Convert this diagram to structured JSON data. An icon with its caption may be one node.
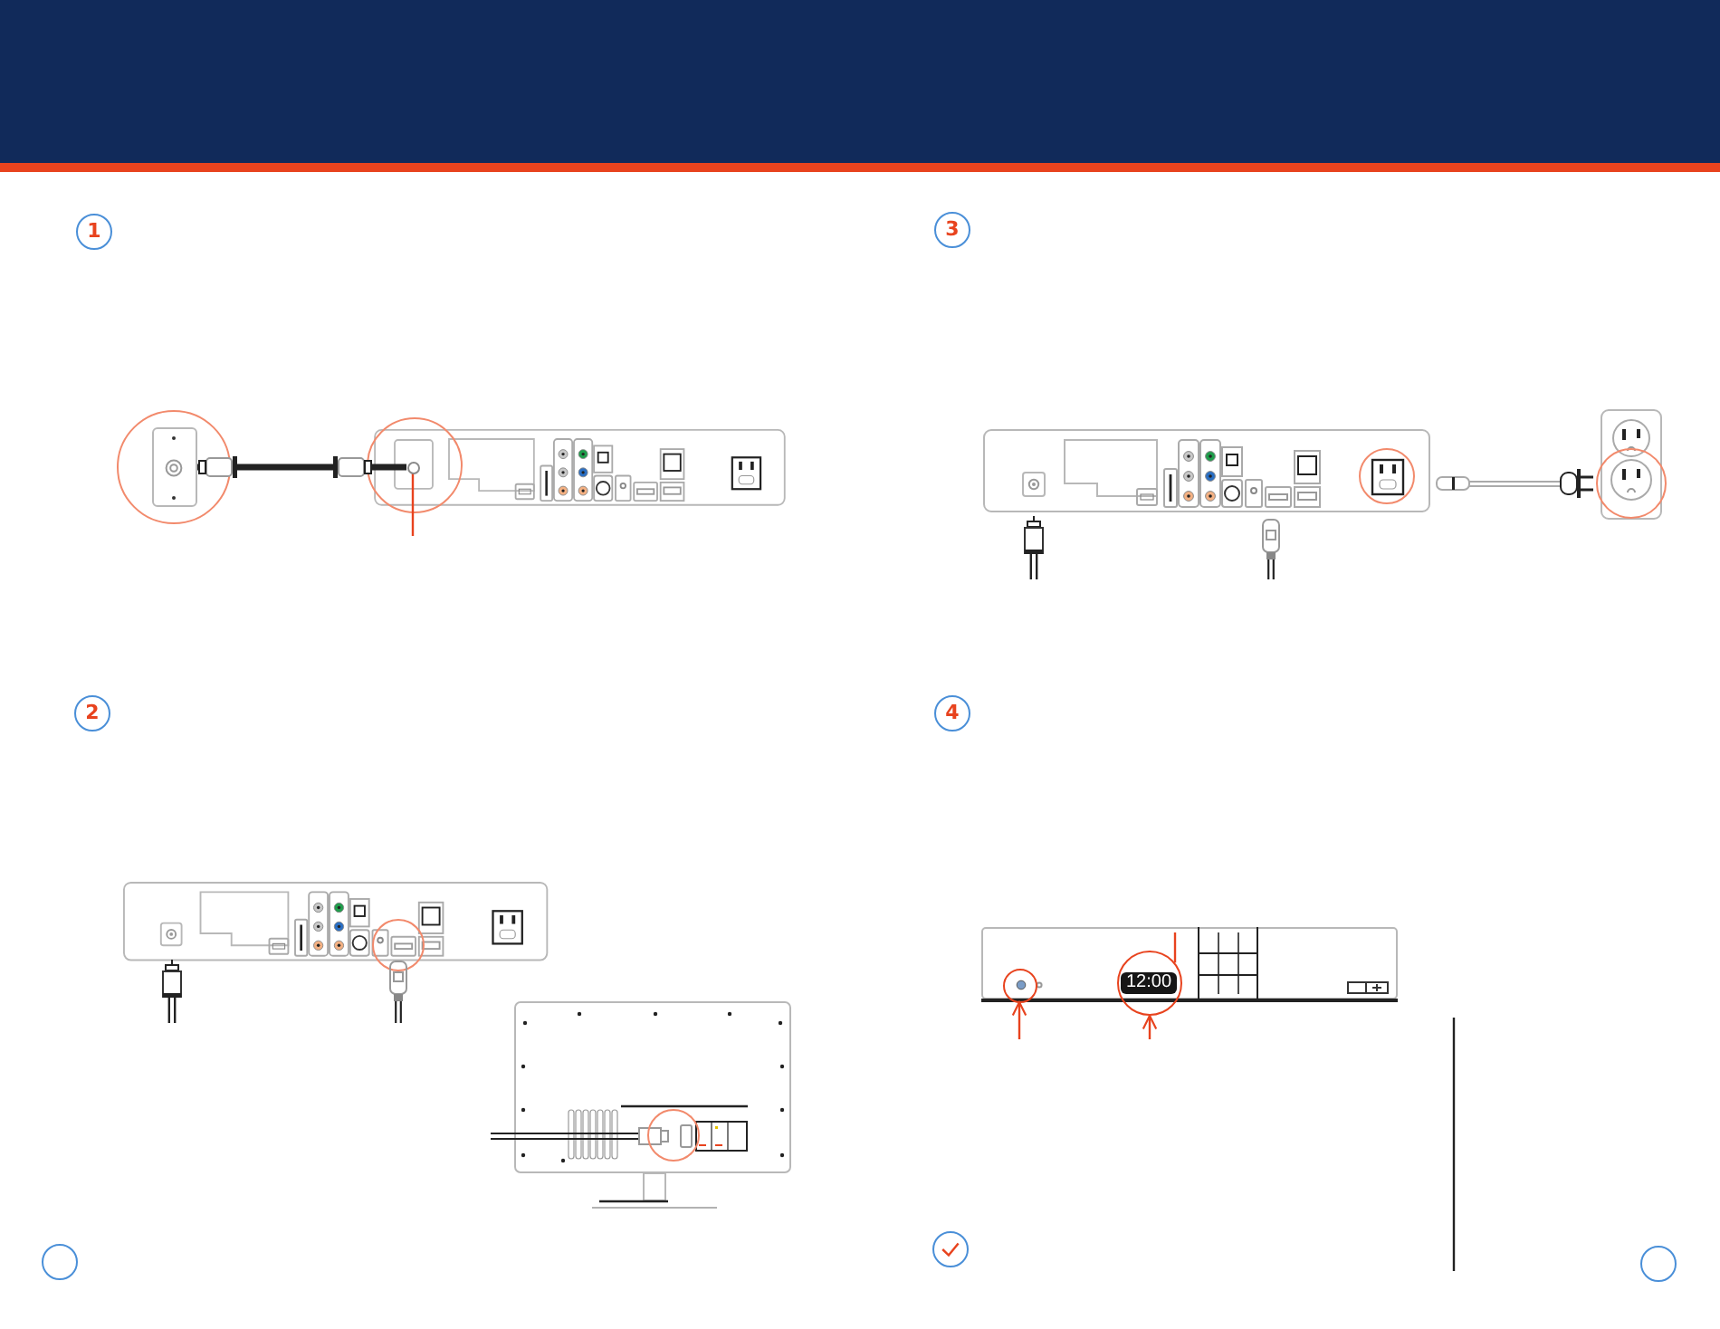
{
  "diagram": {
    "nodes": [
      {
        "text": [
          "1"
        ]
      },
      {
        "text": [],
        "shape": "box"
      },
      {
        "text": [],
        "shape": "circle"
      },
      {
        "text": [
          "2"
        ]
      },
      {
        "text": [],
        "shape": "circle"
      },
      {
        "text": [
          "3"
        ]
      },
      {
        "text": [
          "4"
        ]
      },
      {
        "text": [],
        "shape": "circle"
      },
      {
        "text": [],
        "shape": "circle"
      },
      {
        "text": [
          "12:00"
        ],
        "in": 8
      },
      {
        "text": [],
        "shape": "circle"
      },
      {
        "text": [],
        "shape": "circle"
      }
    ],
    "edges": [
      {
        "from": 1,
        "to": 2,
        "arrow": "other",
        "style": "thick",
        "color": "#222222"
      },
      {
        "from": null,
        "to": 2,
        "arrow": "none"
      },
      {
        "from": null,
        "to": 7,
        "arrow": "to"
      },
      {
        "from": null,
        "to": 8,
        "arrow": "to"
      },
      {
        "from": null,
        "to": 8,
        "arrow": "none"
      }
    ]
  }
}
